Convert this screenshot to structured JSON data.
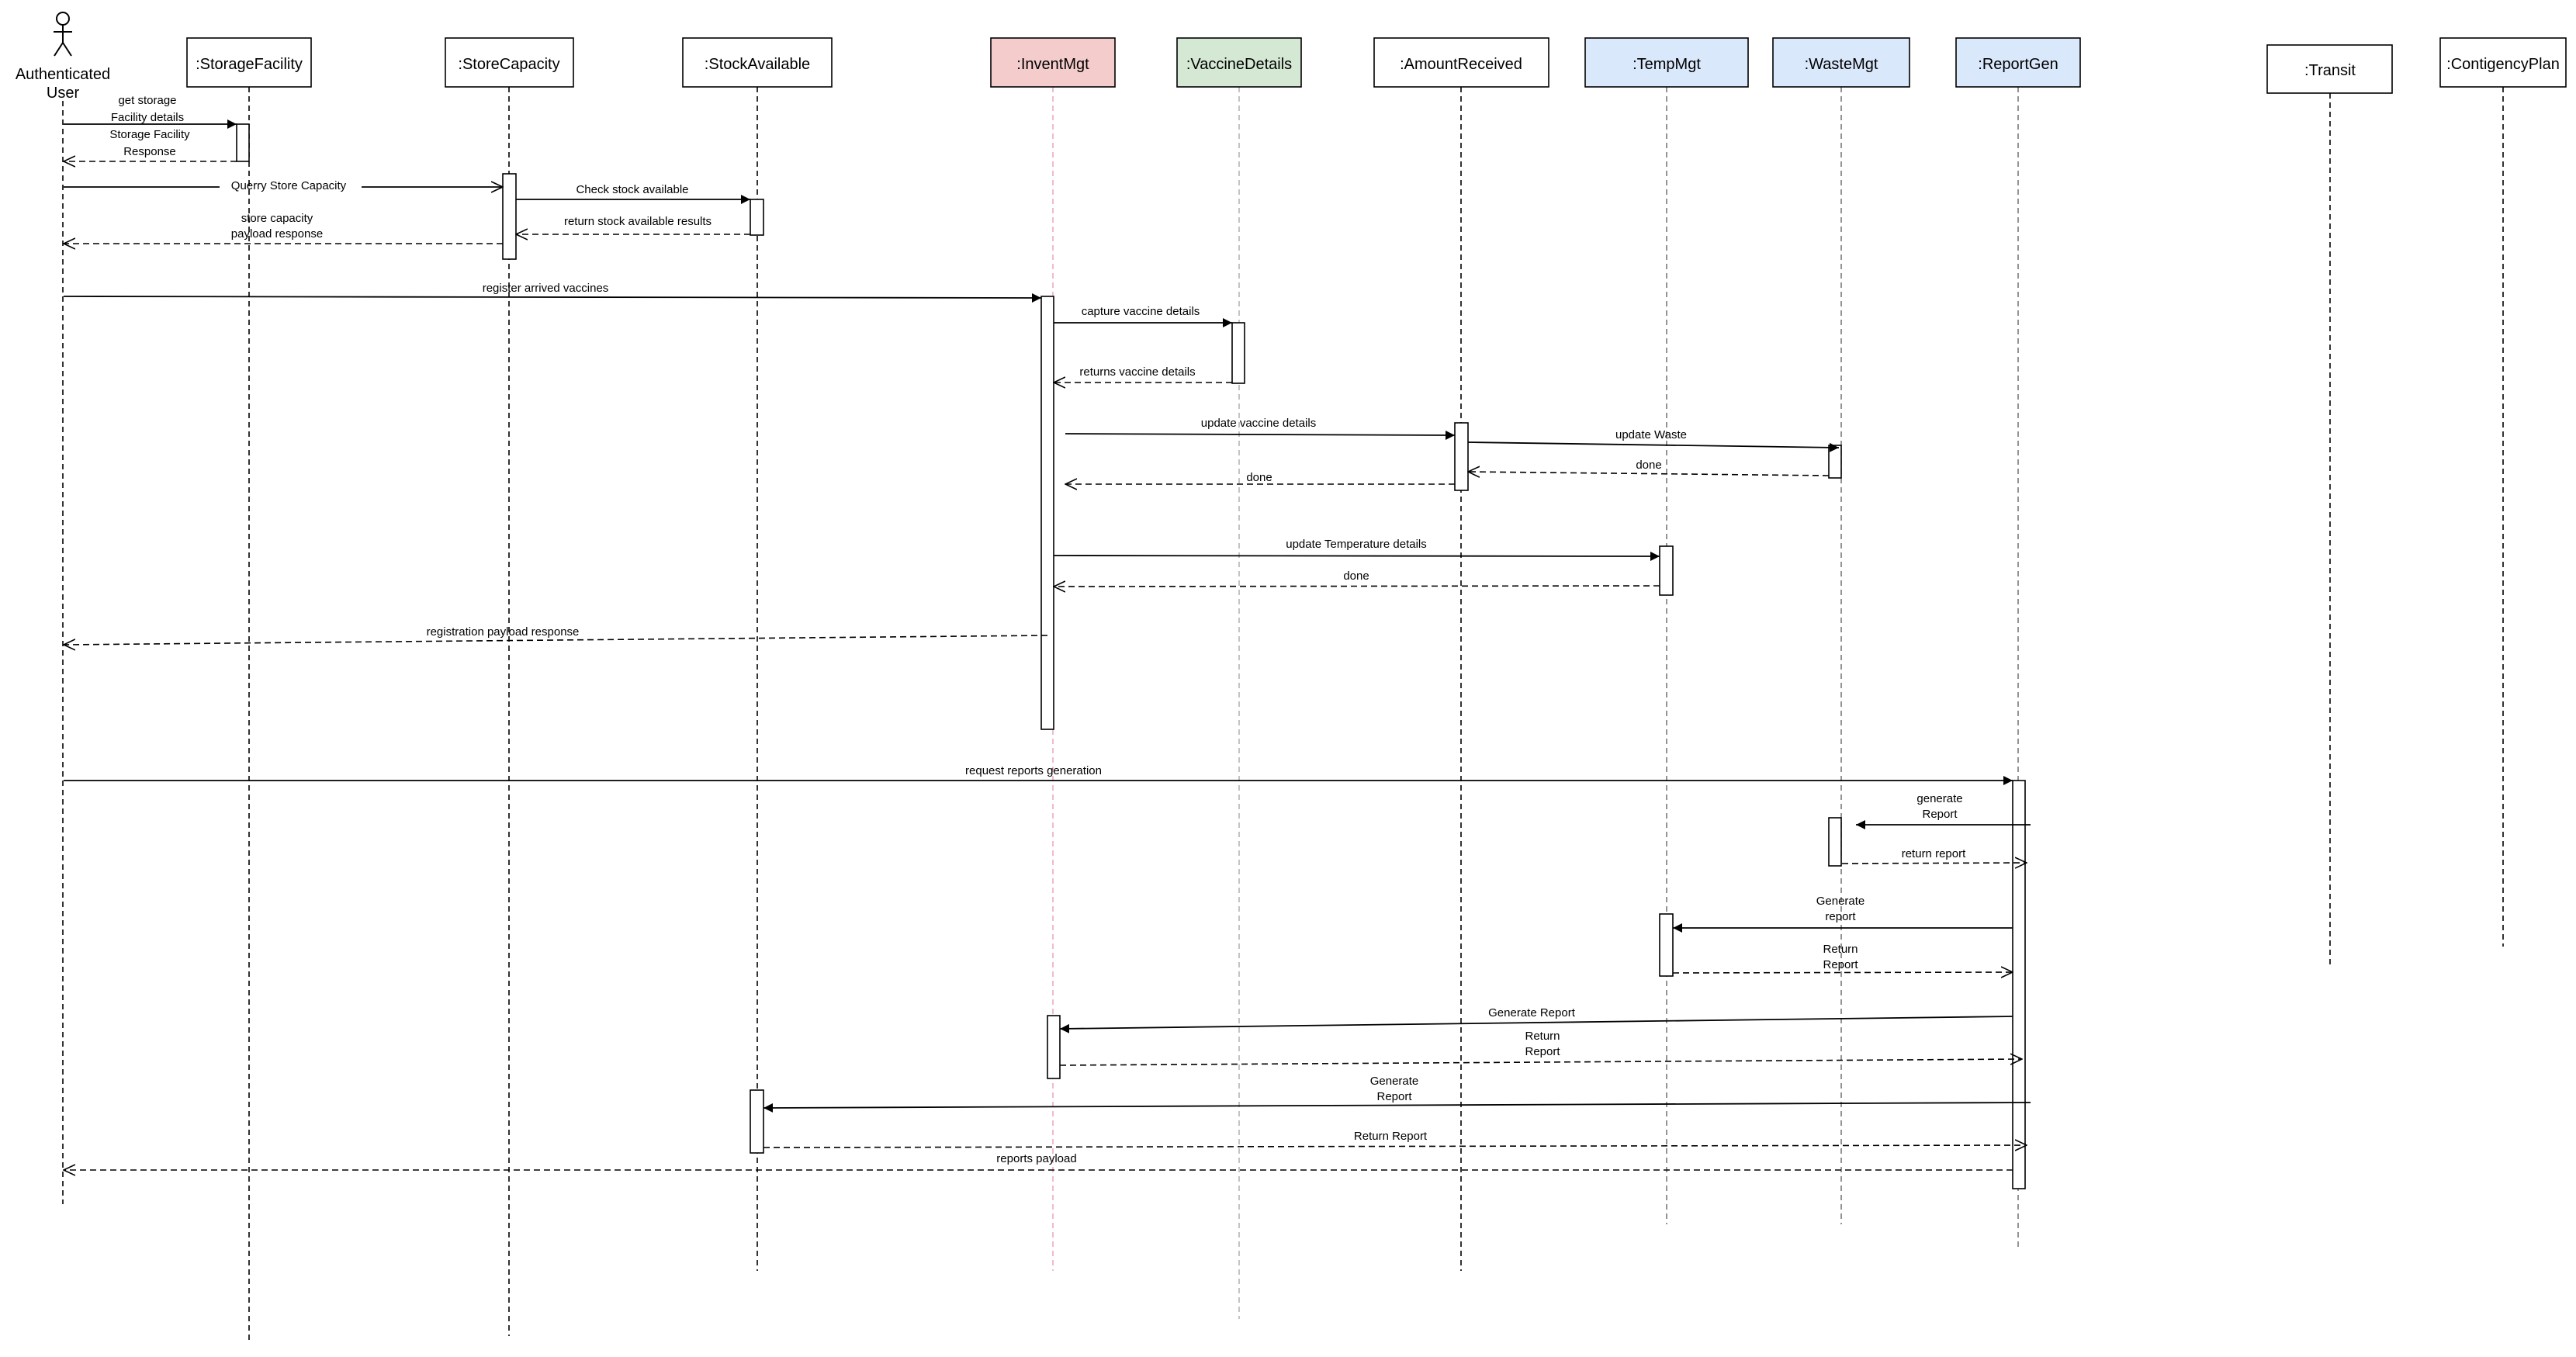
{
  "actor": {
    "name_line1": "Authenticated",
    "name_line2": "User"
  },
  "lifelines": [
    {
      "id": "storagefacility",
      "label": ":StorageFacility",
      "fill": "#ffffff",
      "line": "#000000"
    },
    {
      "id": "storecapacity",
      "label": ":StoreCapacity",
      "fill": "#ffffff",
      "line": "#000000"
    },
    {
      "id": "stockavailable",
      "label": ":StockAvailable",
      "fill": "#ffffff",
      "line": "#000000"
    },
    {
      "id": "inventmgt",
      "label": ":InventMgt",
      "fill": "#f4cccc",
      "line": "#e8a0b4"
    },
    {
      "id": "vaccinedetails",
      "label": ":VaccineDetails",
      "fill": "#d5e8d4",
      "line": "#aaaaaa"
    },
    {
      "id": "amountreceived",
      "label": ":AmountReceived",
      "fill": "#ffffff",
      "line": "#000000"
    },
    {
      "id": "tempmgt",
      "label": ":TempMgt",
      "fill": "#dae8fc",
      "line": "#666666"
    },
    {
      "id": "wastemgt",
      "label": ":WasteMgt",
      "fill": "#dae8fc",
      "line": "#666666"
    },
    {
      "id": "reportgen",
      "label": ":ReportGen",
      "fill": "#dae8fc",
      "line": "#666666"
    },
    {
      "id": "transit",
      "label": ":Transit",
      "fill": "#ffffff",
      "line": "#000000"
    },
    {
      "id": "contigencyplan",
      "label": ":ContigencyPlan",
      "fill": "#ffffff",
      "line": "#000000"
    }
  ],
  "messages": [
    {
      "id": "get-storage",
      "lines": [
        "get storage",
        "Facility details"
      ],
      "type": "sync"
    },
    {
      "id": "storage-response",
      "lines": [
        "Storage Facility",
        "Response"
      ],
      "type": "return"
    },
    {
      "id": "query-capacity",
      "lines": [
        "Querry Store Capacity"
      ],
      "type": "sync"
    },
    {
      "id": "check-stock",
      "lines": [
        "Check stock available"
      ],
      "type": "sync"
    },
    {
      "id": "return-stock",
      "lines": [
        "return stock available results"
      ],
      "type": "return"
    },
    {
      "id": "capacity-response",
      "lines": [
        "store capacity",
        "payload response"
      ],
      "type": "return"
    },
    {
      "id": "register-vaccines",
      "lines": [
        "register arrived vaccines"
      ],
      "type": "sync"
    },
    {
      "id": "capture-details",
      "lines": [
        "capture vaccine details"
      ],
      "type": "sync"
    },
    {
      "id": "returns-details",
      "lines": [
        "returns vaccine details"
      ],
      "type": "return"
    },
    {
      "id": "update-details",
      "lines": [
        "update vaccine details"
      ],
      "type": "sync"
    },
    {
      "id": "update-waste",
      "lines": [
        "update Waste"
      ],
      "type": "sync"
    },
    {
      "id": "waste-done",
      "lines": [
        "done"
      ],
      "type": "return"
    },
    {
      "id": "amount-done",
      "lines": [
        "done"
      ],
      "type": "return"
    },
    {
      "id": "update-temp",
      "lines": [
        "update Temperature details"
      ],
      "type": "sync"
    },
    {
      "id": "temp-done",
      "lines": [
        "done"
      ],
      "type": "return"
    },
    {
      "id": "registration-response",
      "lines": [
        "registration payload response"
      ],
      "type": "return"
    },
    {
      "id": "request-reports",
      "lines": [
        "request reports generation"
      ],
      "type": "sync"
    },
    {
      "id": "generate-report-waste",
      "lines": [
        "generate",
        "Report"
      ],
      "type": "sync"
    },
    {
      "id": "return-report-waste",
      "lines": [
        "return report"
      ],
      "type": "return"
    },
    {
      "id": "generate-report-temp",
      "lines": [
        "Generate",
        "report"
      ],
      "type": "sync"
    },
    {
      "id": "return-report-temp",
      "lines": [
        "Return",
        "Report"
      ],
      "type": "return"
    },
    {
      "id": "generate-report-invent",
      "lines": [
        "Generate Report"
      ],
      "type": "sync"
    },
    {
      "id": "return-report-invent",
      "lines": [
        "Return",
        "Report"
      ],
      "type": "return"
    },
    {
      "id": "generate-report-stock",
      "lines": [
        "Generate",
        "Report"
      ],
      "type": "sync"
    },
    {
      "id": "return-report-stock",
      "lines": [
        "Return Report"
      ],
      "type": "return"
    },
    {
      "id": "reports-payload",
      "lines": [
        "reports payload"
      ],
      "type": "return"
    }
  ]
}
